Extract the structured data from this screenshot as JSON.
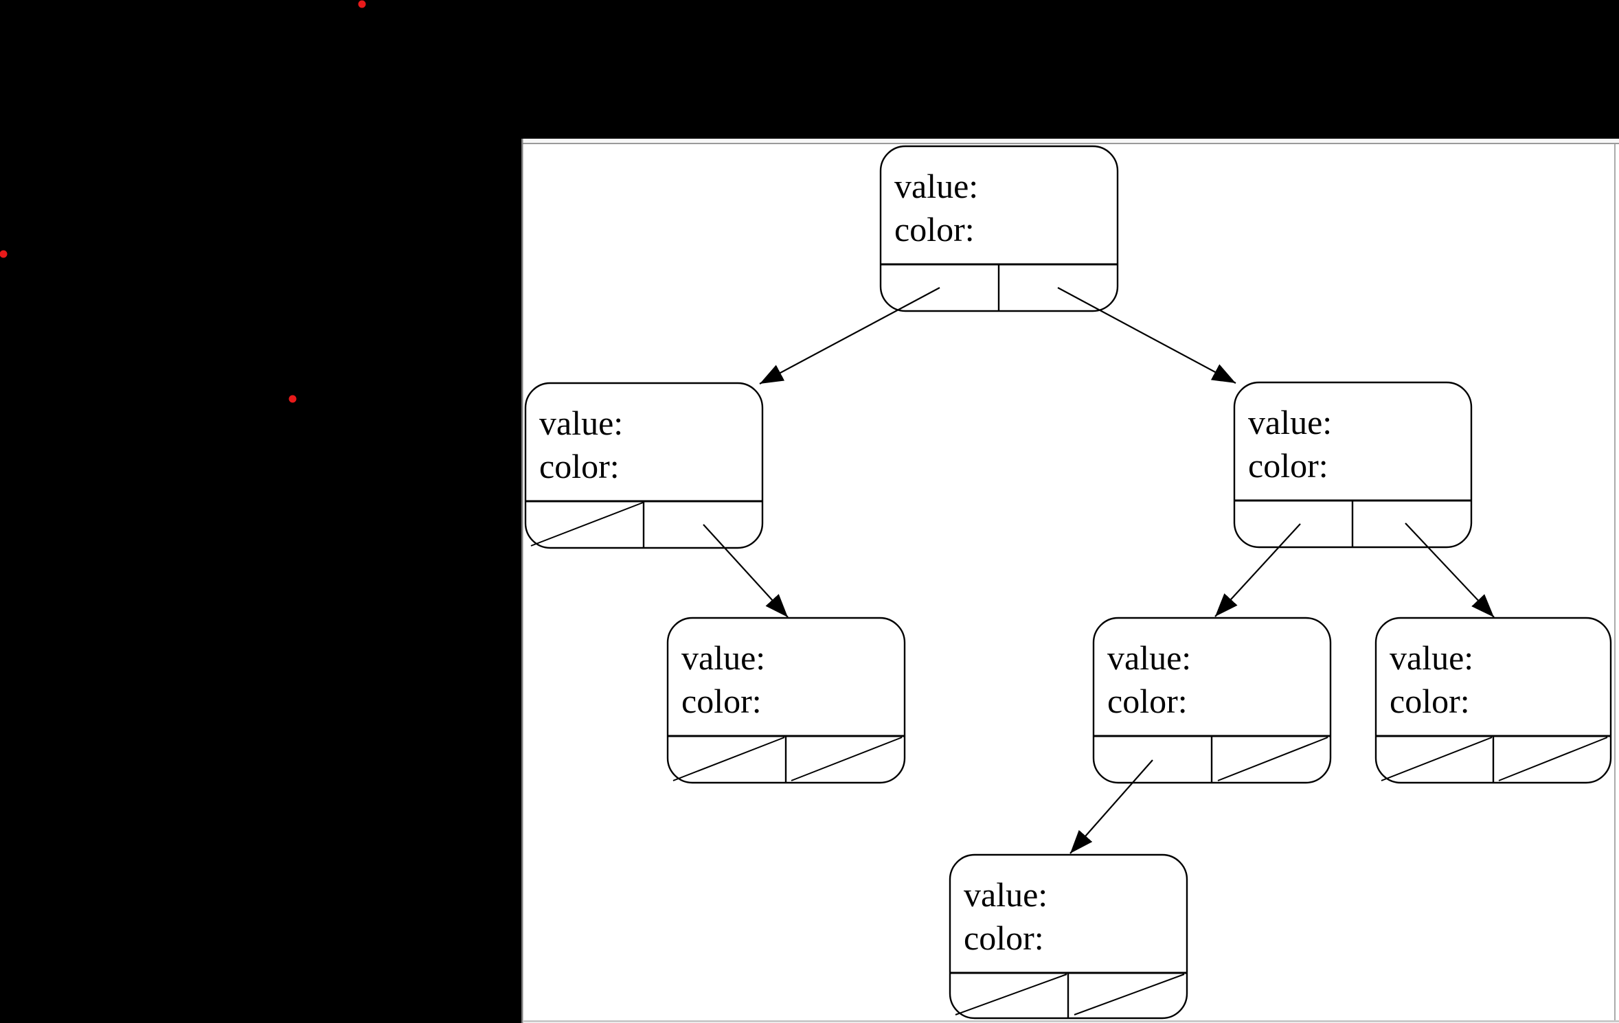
{
  "window": {
    "desktop_background": "#000000",
    "panel_background": "#ffffff",
    "panel_top_strip": "#f7f7f7",
    "panel_top_border": "#9a9a9a",
    "panel_left_border": "#7d7d7d",
    "panel_right_border": "#aaaaaa",
    "panel_bottom_line": "#c9c9c9"
  },
  "markers": {
    "color": "#e81a1a"
  },
  "tree": {
    "node_type": "red-black-tree-node",
    "nodes": [
      {
        "id": "root",
        "value_label": "value:",
        "color_label": "color:",
        "left_pointer": "child-edge",
        "right_pointer": "child-edge"
      },
      {
        "id": "left-child",
        "value_label": "value:",
        "color_label": "color:",
        "left_pointer": "null-slash",
        "right_pointer": "child-edge"
      },
      {
        "id": "right-child",
        "value_label": "value:",
        "color_label": "color:",
        "left_pointer": "child-edge",
        "right_pointer": "child-edge"
      },
      {
        "id": "left-grandchild",
        "value_label": "value:",
        "color_label": "color:",
        "left_pointer": "null-slash",
        "right_pointer": "null-slash"
      },
      {
        "id": "middle-grandchild",
        "value_label": "value:",
        "color_label": "color:",
        "left_pointer": "child-edge",
        "right_pointer": "null-slash"
      },
      {
        "id": "right-grandchild",
        "value_label": "value:",
        "color_label": "color:",
        "left_pointer": "null-slash",
        "right_pointer": "null-slash"
      },
      {
        "id": "great-grandchild",
        "value_label": "value:",
        "color_label": "color:",
        "left_pointer": "null-slash",
        "right_pointer": "null-slash"
      }
    ],
    "edges": [
      {
        "from": "root",
        "via": "left-pointer",
        "to": "left-child"
      },
      {
        "from": "root",
        "via": "right-pointer",
        "to": "right-child"
      },
      {
        "from": "left-child",
        "via": "right-pointer",
        "to": "left-grandchild"
      },
      {
        "from": "right-child",
        "via": "left-pointer",
        "to": "middle-grandchild"
      },
      {
        "from": "right-child",
        "via": "right-pointer",
        "to": "right-grandchild"
      },
      {
        "from": "middle-grandchild",
        "via": "left-pointer",
        "to": "great-grandchild"
      }
    ]
  }
}
